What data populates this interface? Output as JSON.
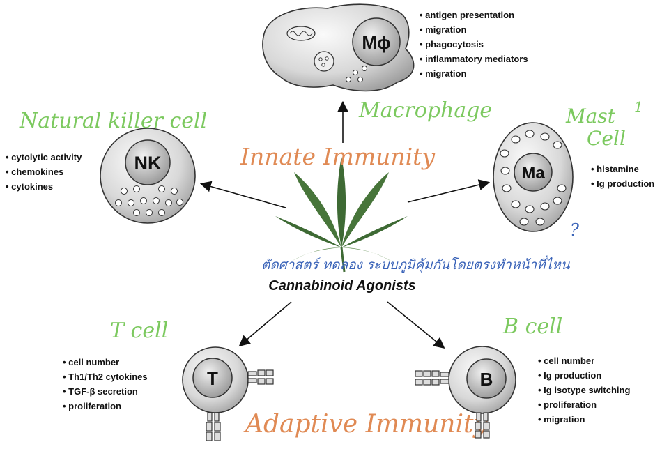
{
  "colors": {
    "handwriting_green": "#7cc95f",
    "handwriting_orange": "#e08a54",
    "handwriting_blue": "#3a63b8",
    "cell_gray": "#c8c8c8",
    "leaf_green": "#3e6a34"
  },
  "center": {
    "label": "Cannabinoid Agonists",
    "icon": "cannabis-leaf-icon"
  },
  "annotations": {
    "innate": "Innate Immunity",
    "adaptive": "Adaptive Immunity",
    "thai_note": "ตัดศาสตร์ ทดลอง ระบบภูมิคุ้มกันโดยตรงทำหน้าที่ไหน",
    "question_mark": "?"
  },
  "macrophage": {
    "symbol": "Mϕ",
    "handwritten_label": "Macrophage",
    "functions": [
      "antigen presentation",
      "migration",
      "phagocytosis",
      "inflammatory mediators",
      "migration"
    ]
  },
  "nk": {
    "symbol": "NK",
    "handwritten_label": "Natural killer cell",
    "functions": [
      "cytolytic activity",
      "chemokines",
      "cytokines"
    ]
  },
  "mast": {
    "symbol": "Ma",
    "handwritten_label_line1": "Mast",
    "handwritten_label_line2": "Cell",
    "footnote_mark": "1",
    "functions": [
      "histamine",
      "Ig production"
    ]
  },
  "tcell": {
    "symbol": "T",
    "handwritten_label": "T cell",
    "functions": [
      "cell number",
      "Th1/Th2 cytokines",
      "TGF-β secretion",
      "proliferation"
    ]
  },
  "bcell": {
    "symbol": "B",
    "handwritten_label": "B cell",
    "functions": [
      "cell number",
      "Ig production",
      "Ig isotype switching",
      "proliferation",
      "migration"
    ]
  }
}
